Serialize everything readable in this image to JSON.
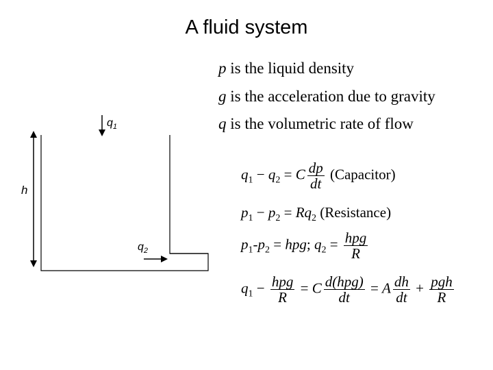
{
  "title": "A fluid system",
  "definitions": [
    {
      "symbol": "p",
      "text": " is the liquid density"
    },
    {
      "symbol": "g",
      "text": " is the acceleration due to gravity"
    },
    {
      "symbol": "q",
      "text": " is the volumetric rate of  flow"
    }
  ],
  "diagram": {
    "inflow_label": "q",
    "inflow_sub": "1",
    "outflow_label": "q",
    "outflow_sub": "2",
    "height_label": "h"
  },
  "equations": {
    "eq1": {
      "lhs_a": "q",
      "lhs_a_sub": "1",
      "minus": " − ",
      "lhs_b": "q",
      "lhs_b_sub": "2",
      "equals": " = ",
      "coef": "C",
      "num": "dp",
      "den": "dt",
      "note": " (Capacitor)"
    },
    "eq2": {
      "a": "p",
      "a_sub": "1",
      "minus": " − ",
      "b": "p",
      "b_sub": "2",
      "equals": " = ",
      "rhs": "Rq",
      "rhs_sub": "2",
      "note": " (Resistance)"
    },
    "eq3": {
      "a": "p",
      "a_sub": "1",
      "dash": "-",
      "b": "p",
      "b_sub": "2",
      "equals": " = ",
      "rhs": "hpg",
      "sep": ";  ",
      "q": "q",
      "q_sub": "2",
      "equals2": " = ",
      "num": "hpg",
      "den": "R"
    },
    "eq4": {
      "q": "q",
      "q_sub": "1",
      "minus": " − ",
      "f1_num": "hpg",
      "f1_den": "R",
      "equals": " = ",
      "coef": "C",
      "f2_num": "d(hpg)",
      "f2_den": "dt",
      "equals2": " = ",
      "coef2": "A",
      "f3_num": "dh",
      "f3_den": "dt",
      "plus": " + ",
      "f4_num": "pgh",
      "f4_den": "R"
    }
  }
}
